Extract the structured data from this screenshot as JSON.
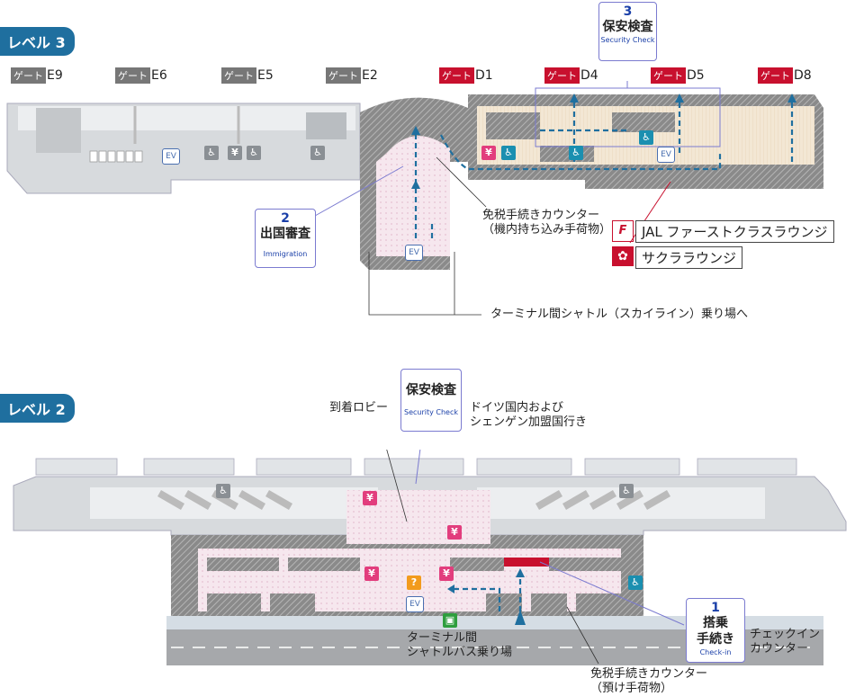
{
  "level3": {
    "badge": "レベル 3",
    "gates": [
      {
        "tag": "ゲート",
        "code": "E9",
        "style": "grey"
      },
      {
        "tag": "ゲート",
        "code": "E6",
        "style": "grey"
      },
      {
        "tag": "ゲート",
        "code": "E5",
        "style": "grey"
      },
      {
        "tag": "ゲート",
        "code": "E2",
        "style": "grey"
      },
      {
        "tag": "ゲート",
        "code": "D1",
        "style": "red"
      },
      {
        "tag": "ゲート",
        "code": "D4",
        "style": "red"
      },
      {
        "tag": "ゲート",
        "code": "D5",
        "style": "red"
      },
      {
        "tag": "ゲート",
        "code": "D8",
        "style": "red"
      }
    ],
    "security": {
      "num": "3",
      "jp": "保安検査",
      "en": "Security Check"
    },
    "immigration": {
      "num": "2",
      "jp": "出国審査",
      "en": "Immigration"
    },
    "duty_free": [
      "免税手続きカウンター",
      "（機内持ち込み手荷物）"
    ],
    "shuttle": "ターミナル間シャトル（スカイライン）乗り場へ",
    "lounges": [
      "JAL ファーストクラスラウンジ",
      "サクララウンジ"
    ],
    "ev": "EV"
  },
  "level2": {
    "badge": "レベル 2",
    "security": {
      "jp": "保安検査",
      "en": "Security Check"
    },
    "arrival_lobby": "到着ロビー",
    "destination": [
      "ドイツ国内および",
      "シェンゲン加盟国行き"
    ],
    "checkin": {
      "num": "1",
      "jp1": "搭乗",
      "jp2": "手続き",
      "en": "Check-in"
    },
    "checkin_counter": [
      "チェックイン",
      "カウンター"
    ],
    "duty_free": [
      "免税手続きカウンター",
      "（預け手荷物）"
    ],
    "shuttle_bus": [
      "ターミナル間",
      "シャトルバス乗り場"
    ],
    "ev": "EV"
  },
  "colors": {
    "accent": "#1f6f9f",
    "red": "#c8102e",
    "path": "#1f6f9f",
    "pink": "#e23d7d",
    "teal": "#1b8fb0"
  }
}
